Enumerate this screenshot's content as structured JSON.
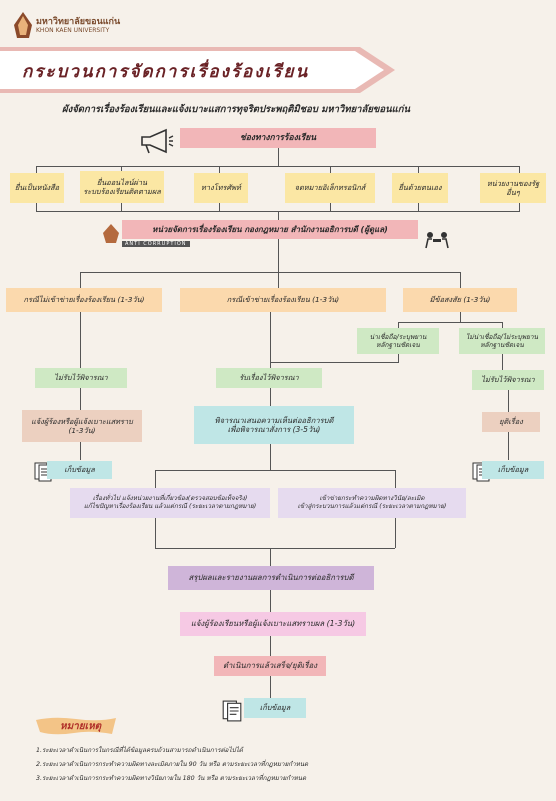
{
  "header": {
    "university_thai": "มหาวิทยาลัยขอนแก่น",
    "university_en": "KHON KAEN UNIVERSITY",
    "banner_title": "กระบวนการจัดการเรื่องร้องเรียน"
  },
  "subtitle": "ผังจัดการเรื่องร้องเรียนและแจ้งเบาะแสการทุจริตประพฤติมิชอบ มหาวิทยาลัยขอนแก่น",
  "channels": {
    "title": "ช่องทางการร้องเรียน",
    "items": [
      "ยื่นเป็นหนังสือ",
      "ยื่นออนไลน์ผ่าน\nระบบร้องเรียนติดตามผล",
      "ทางโทรศัพท์",
      "จดหมายอิเล็กทรอนิกส์",
      "ยื่นด้วยตนเอง",
      "หน่วยงานของรัฐอื่นๆ"
    ]
  },
  "unit": {
    "label": "หน่วยจัดการเรื่องร้องเรียน กองกฎหมาย สำนักงานอธิการบดี (ผู้ดูแล)",
    "anti_corruption": "ANTI CORRUPTION"
  },
  "cases": {
    "not_accepted": "กรณีไม่เข้าข่ายเรื่องร้องเรียน (1-3วัน)",
    "accepted": "กรณีเข้าข่ายเรื่องร้องเรียน (1-3วัน)",
    "doubtful": "มีข้อสงสัย (1-3วัน)"
  },
  "left_branch": {
    "not_considered": "ไม่รับไว้พิจารณา",
    "notify": "แจ้งผู้ร้องหรือผู้แจ้งเบาะแสทราบ\n(1-3วัน)",
    "store": "เก็บข้อมูล"
  },
  "middle_branch": {
    "accept": "รับเรื่องไว้พิจารณา",
    "propose": "พิจารณาเสนอความเห็นต่ออธิการบดี\nเพื่อพิจารณาสั่งการ (3-5วัน)",
    "general": "เรื่องทั่วไป แจ้งหน่วยงานที่เกี่ยวข้อง(ตรวจสอบข้อเท็จจริง)\nแก้ไขปัญหาเรื่องร้องเรียน แล้วแต่กรณี (ระยะเวลาตามกฎหมาย)",
    "discipline": "เข้าข่ายกระทำความผิดทางวินัย/ละเมิด\nเข้าสู่กระบวนการแล้วแต่กรณี (ระยะเวลาตามกฎหมาย)"
  },
  "right_branch": {
    "trusted": "น่าเชื่อถือ/ระบุพยาน\nหลักฐานชัดเจน",
    "untrusted": "ไม่น่าเชื่อถือ/ไม่ระบุพยาน\nหลักฐานชัดเจน",
    "not_considered": "ไม่รับไว้พิจารณา",
    "terminate": "ยุติเรื่อง",
    "store": "เก็บข้อมูล"
  },
  "final": {
    "summary": "สรุปผลและรายงานผลการดำเนินการต่ออธิการบดี",
    "notify_result": "แจ้งผู้ร้องเรียนหรือผู้แจ้งเบาะแสทราบผล (1-3วัน)",
    "done": "ดำเนินการแล้วเสร็จ/ยุติเรื่อง",
    "store": "เก็บข้อมูล"
  },
  "notes": {
    "title": "หมายเหตุ",
    "items": [
      "1.ระยะเวลาดำเนินการในกรณีที่ได้ข้อมูลครบถ้วนสามารถดำเนินการต่อไปได้",
      "2.ระยะเวลาดำเนินการกระทำความผิดทางละเมิดภายใน 90 วัน หรือ ตามระยะเวลาที่กฎหมายกำหนด",
      "3.ระยะเวลาดำเนินการกระทำความผิดทางวินัยภายใน 180 วัน หรือ ตามระยะเวลาที่กฎหมายกำหนด"
    ]
  },
  "colors": {
    "background": "#f6f1ea",
    "channel_header": "#f2b6b8",
    "channel_item": "#fbe7a4",
    "case": "#fbd9ad",
    "accept": "#bfe6e6",
    "reject": "#cfe9c4",
    "summary": "#cfb5d9"
  }
}
